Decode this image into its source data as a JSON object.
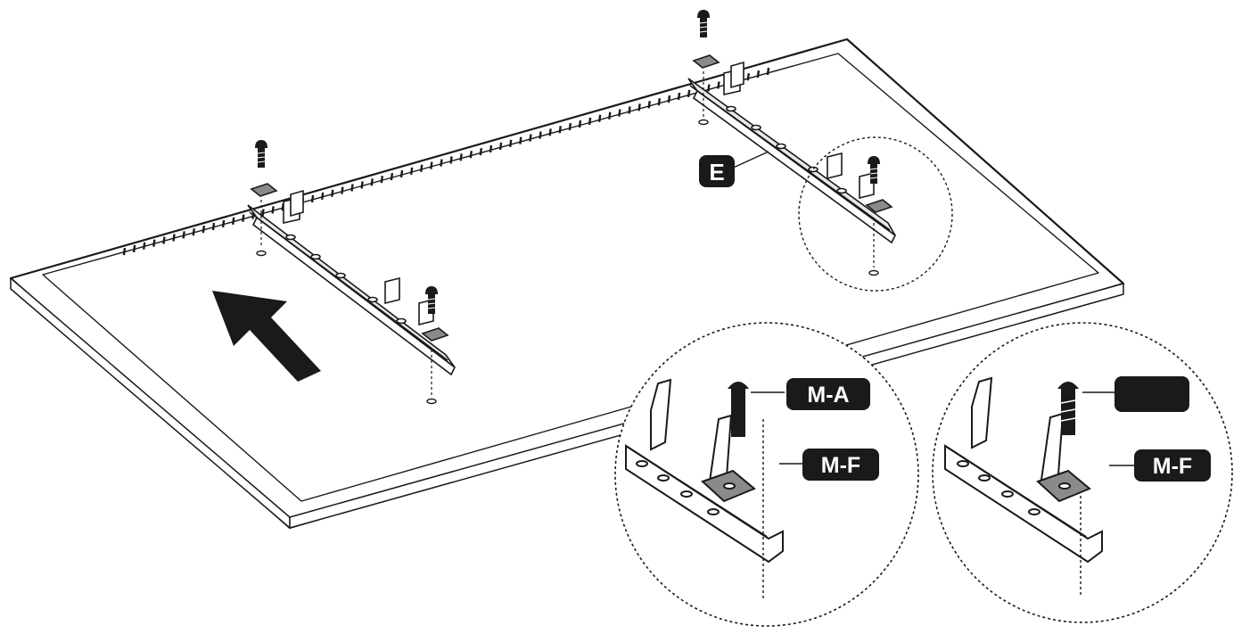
{
  "labels": {
    "bracket": "E",
    "left_screw": "M-A",
    "left_spacer": "M-F",
    "right_screw": "",
    "right_spacer": "M-F"
  },
  "colors": {
    "ink": "#1a1a1a",
    "label_bg": "#1a1a1a",
    "label_text": "#ffffff",
    "bracket_fill": "#e9e9e9",
    "plate_fill": "#8a8a8a"
  },
  "icons": [
    "direction-arrow-icon",
    "screw-icon",
    "washer-icon"
  ]
}
